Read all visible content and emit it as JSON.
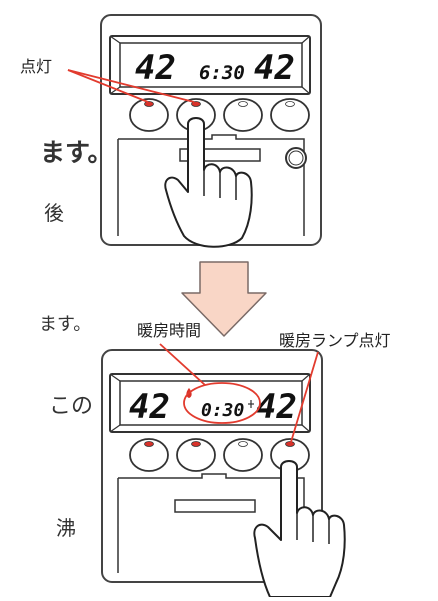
{
  "top_panel": {
    "display_left": "42",
    "display_time": "6:30",
    "display_right": "42",
    "callout": "点灯"
  },
  "bottom_panel": {
    "display_left": "42",
    "display_time": "0:30",
    "display_right": "42",
    "callout_time": "暖房時間",
    "callout_lamp": "暖房ランプ点灯"
  },
  "cut_text": {
    "line1": "ます。",
    "line2": "後",
    "line3": "ます。",
    "line4": "この",
    "line5": "沸"
  },
  "colors": {
    "lamp_red": "#d8322a",
    "callout_line": "#e23b2e",
    "arrow_fill": "#f9d6c6",
    "arrow_stroke": "#7a6a66"
  }
}
